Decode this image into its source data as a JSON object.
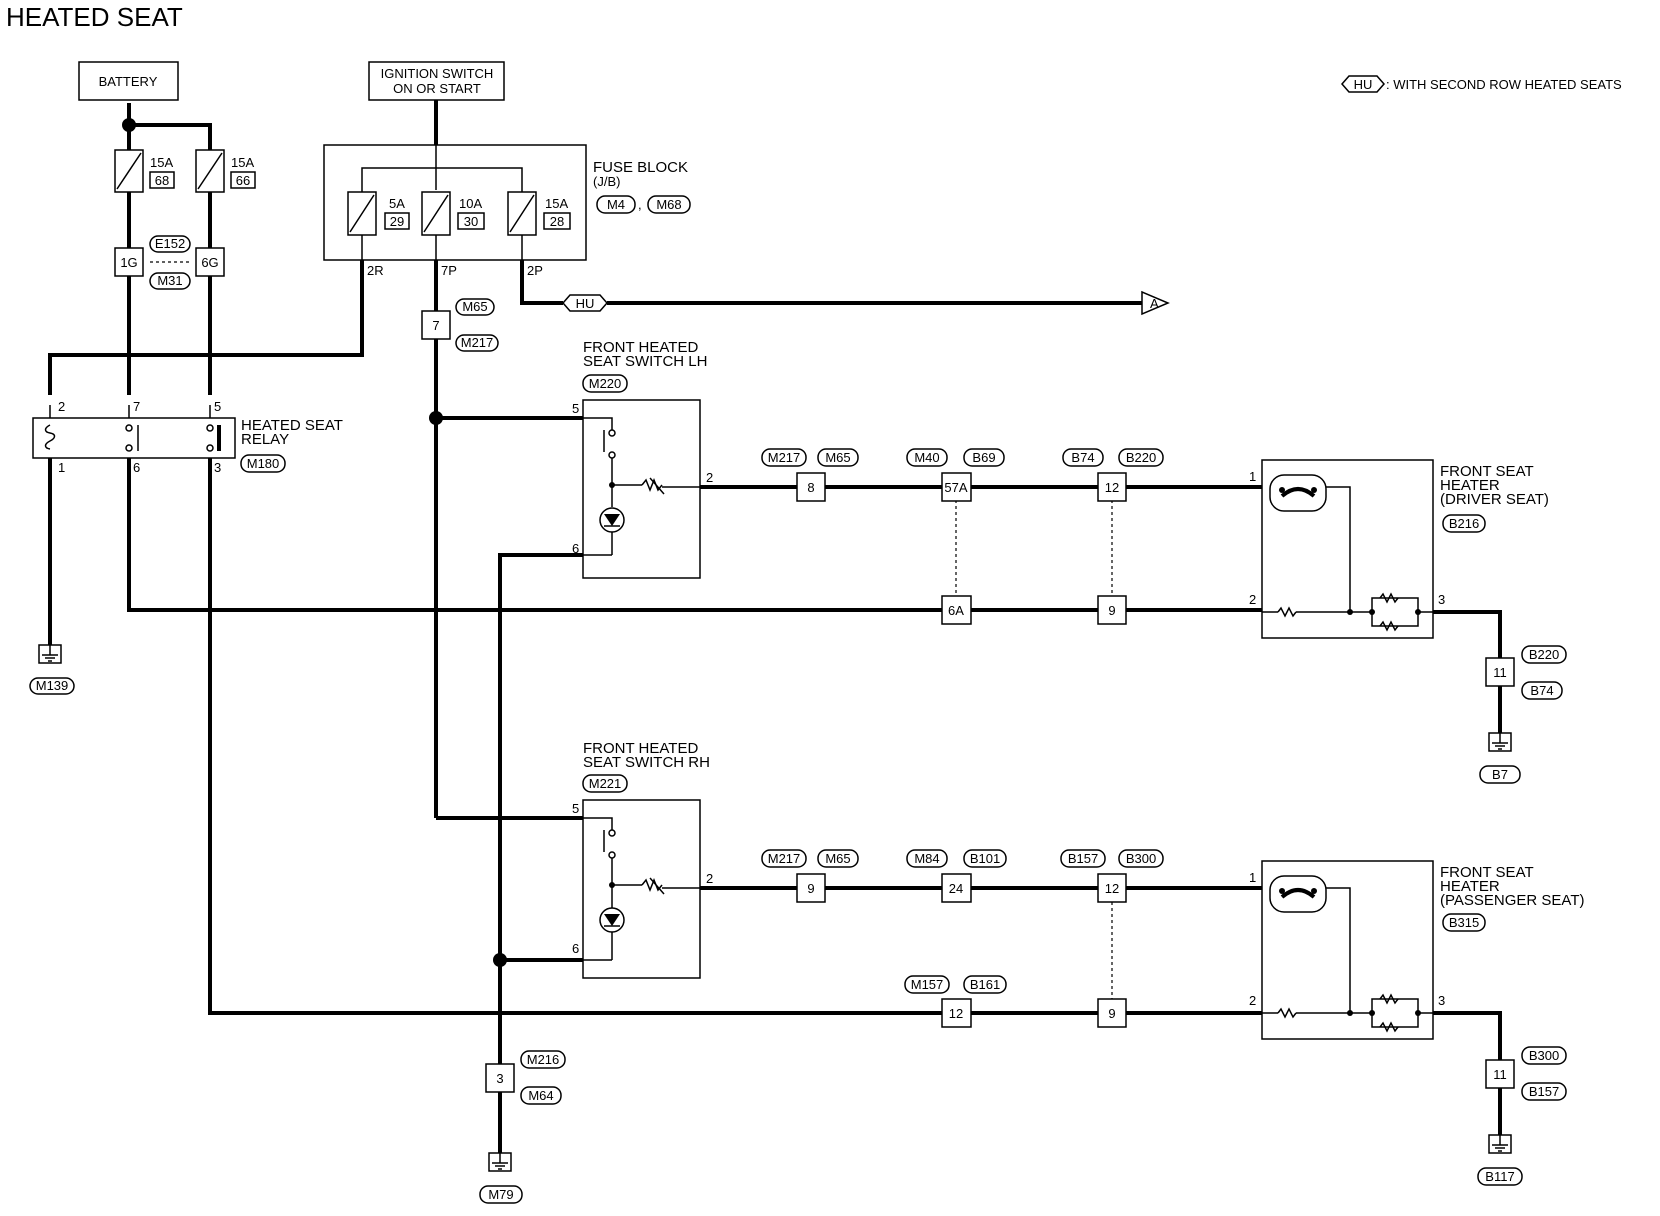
{
  "title": "HEATED SEAT",
  "legend": {
    "code": "HU",
    "text": ": WITH SECOND ROW HEATED SEATS"
  },
  "battery": "BATTERY",
  "ignition": {
    "line1": "IGNITION SWITCH",
    "line2": "ON OR START"
  },
  "fuse_block": {
    "line1": "FUSE BLOCK",
    "line2": "(J/B)",
    "conn1": "M4",
    "conn2": "M68",
    "sep": ","
  },
  "fuses": [
    {
      "amp": "15A",
      "num": "68"
    },
    {
      "amp": "15A",
      "num": "66"
    },
    {
      "amp": "5A",
      "num": "29"
    },
    {
      "amp": "10A",
      "num": "30"
    },
    {
      "amp": "15A",
      "num": "28"
    }
  ],
  "fuse_terms": {
    "a": "2R",
    "b": "7P",
    "c": "2P"
  },
  "jcn_e152": {
    "t1": "1G",
    "t2": "6G",
    "c1": "E152",
    "c2": "M31"
  },
  "hu_arrow": {
    "code": "HU",
    "dest": "A"
  },
  "j7": {
    "pin": "7",
    "c1": "M65",
    "c2": "M217"
  },
  "relay": {
    "line1": "HEATED SEAT",
    "line2": "RELAY",
    "conn": "M180",
    "p2": "2",
    "p7": "7",
    "p5": "5",
    "p1": "1",
    "p6": "6",
    "p3": "3"
  },
  "ground_m139": "M139",
  "switch_lh": {
    "line1": "FRONT HEATED",
    "line2": "SEAT SWITCH LH",
    "conn": "M220",
    "p5": "5",
    "p6": "6",
    "p2": "2"
  },
  "switch_rh": {
    "line1": "FRONT HEATED",
    "line2": "SEAT SWITCH RH",
    "conn": "M221",
    "p5": "5",
    "p6": "6",
    "p2": "2"
  },
  "driver_row": {
    "c8": {
      "pin": "8",
      "a": "M217",
      "b": "M65"
    },
    "c57": {
      "pin": "57A",
      "a": "M40",
      "b": "B69"
    },
    "c12": {
      "pin": "12",
      "a": "B74",
      "b": "B220"
    },
    "c6a": {
      "pin": "6A"
    },
    "c9": {
      "pin": "9"
    }
  },
  "heater_driver": {
    "line1": "FRONT SEAT",
    "line2": "HEATER",
    "line3": "(DRIVER SEAT)",
    "conn": "B216",
    "p1": "1",
    "p2": "2",
    "p3": "3"
  },
  "driver_gnd": {
    "pin": "11",
    "c1": "B220",
    "c2": "B74",
    "ground": "B7"
  },
  "pass_row": {
    "c9": {
      "pin": "9",
      "a": "M217",
      "b": "M65"
    },
    "c24": {
      "pin": "24",
      "a": "M84",
      "b": "B101"
    },
    "c12": {
      "pin": "12",
      "a": "B157",
      "b": "B300"
    },
    "c12b": {
      "pin": "12",
      "a": "M157",
      "b": "B161"
    },
    "c9b": {
      "pin": "9"
    }
  },
  "heater_pass": {
    "line1": "FRONT SEAT",
    "line2": "HEATER",
    "line3": "(PASSENGER SEAT)",
    "conn": "B315",
    "p1": "1",
    "p2": "2",
    "p3": "3"
  },
  "pass_gnd": {
    "pin": "11",
    "c1": "B300",
    "c2": "B157",
    "ground": "B117"
  },
  "m79_gnd": {
    "pin": "3",
    "c1": "M216",
    "c2": "M64",
    "ground": "M79"
  }
}
